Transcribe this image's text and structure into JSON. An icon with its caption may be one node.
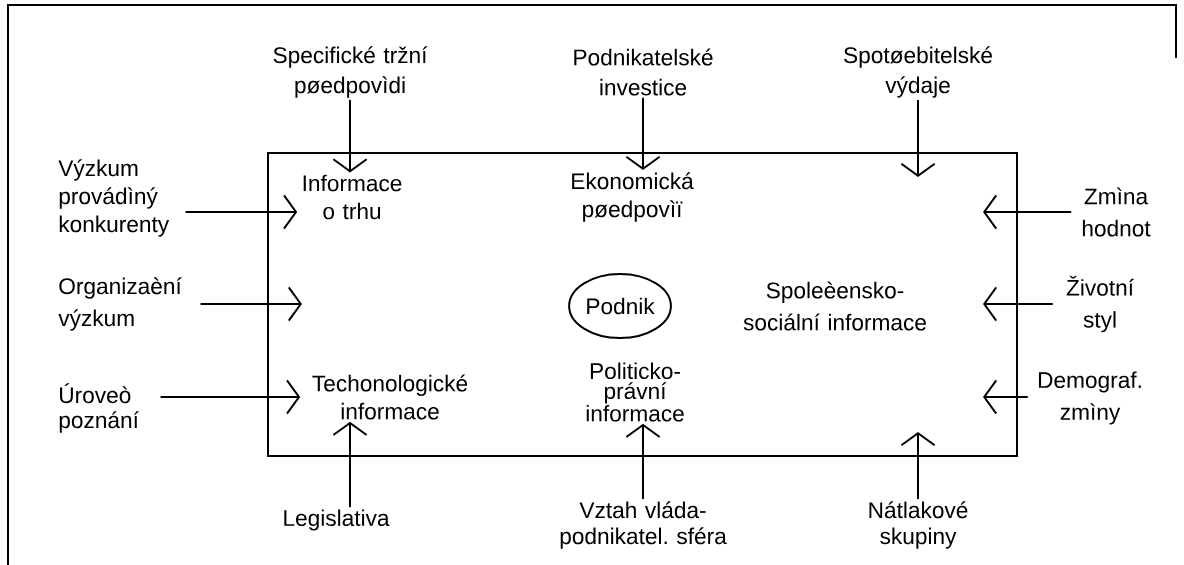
{
  "diagram": {
    "nodes": [
      {
        "text": [],
        "shape": "box"
      },
      {
        "text": [
          "Specifické tržní pøedpovìdi"
        ]
      },
      {
        "text": [
          "Podnikatelské investice"
        ]
      },
      {
        "text": [
          "Spotøebitelské výdaje"
        ]
      },
      {
        "text": [
          "Výzkum provádìný konkurenty"
        ]
      },
      {
        "text": [
          "Informace o trhu"
        ],
        "in": 0
      },
      {
        "text": [
          "Ekonomická pøedpovìï"
        ],
        "in": 0
      },
      {
        "text": [
          "Zmìna hodnot"
        ]
      },
      {
        "text": [
          "Organizaèní výzkum"
        ]
      },
      {
        "text": [
          "Podnik"
        ],
        "in": 0
      },
      {
        "text": [
          "Spoleèensko-sociální informace"
        ],
        "in": 0
      },
      {
        "text": [
          "Životní styl"
        ]
      },
      {
        "text": [
          "Úroveò poznání"
        ]
      },
      {
        "text": [
          "Techonologické informace"
        ],
        "in": 0
      },
      {
        "text": [
          "Politicko-právní informace"
        ],
        "in": 0
      },
      {
        "text": [
          "Demograf. zmìny"
        ]
      },
      {
        "text": [
          "Legislativa"
        ]
      },
      {
        "text": [
          "Vztah vláda-podnikatel. sféra"
        ]
      },
      {
        "text": [
          "Nátlakové skupiny"
        ]
      }
    ],
    "edges": [
      {
        "from": 1,
        "to": 5,
        "arrow": "to"
      },
      {
        "from": 2,
        "to": 6,
        "arrow": "to"
      },
      {
        "from": 3,
        "to": 0,
        "arrow": "to"
      },
      {
        "from": 4,
        "to": 5,
        "arrow": "to"
      },
      {
        "from": 7,
        "to": 0,
        "arrow": "to"
      },
      {
        "from": 8,
        "to": 0,
        "arrow": "to"
      },
      {
        "from": 11,
        "to": 0,
        "arrow": "to"
      },
      {
        "from": 12,
        "to": 13,
        "arrow": "to"
      },
      {
        "from": 15,
        "to": 0,
        "arrow": "to"
      },
      {
        "from": 16,
        "to": 13,
        "arrow": "to"
      },
      {
        "from": 17,
        "to": 14,
        "arrow": "to"
      },
      {
        "from": 18,
        "to": 0,
        "arrow": "to"
      }
    ]
  }
}
